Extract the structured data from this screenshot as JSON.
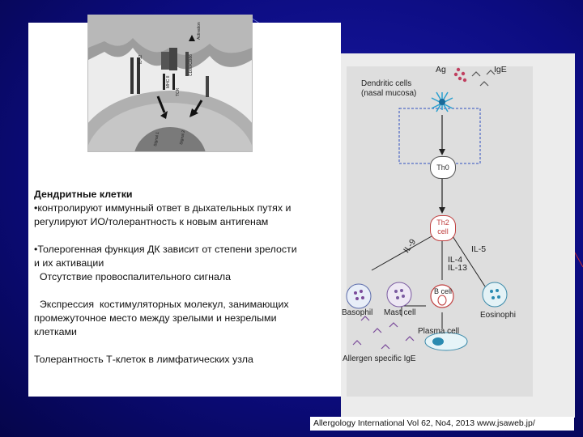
{
  "left_text": {
    "title": "Дендритные клетки",
    "line1": "•контролируют иммунный ответ  в дыхательных путях  и",
    "line2": "регулируют ИО/толерантность к новым антигенам",
    "line3": "•Толерогенная функция ДК зависит от степени зрелости",
    "line4": "и их активации",
    "line5": "  Отсутствие провоспалительного сигнала",
    "line6": "  Экспрессия  костимуляторных молекул, занимающих",
    "line7": "промежуточное место между зрелыми и незрелыми",
    "line8": "клетками",
    "line9": "Толерантность Т-клеток  в лимфатических узла"
  },
  "diagram": {
    "ag": "Ag",
    "ige": "IgE",
    "dc_line1": "Dendritic cells",
    "dc_line2": "(nasal mucosa)",
    "th0": "Th0",
    "th2_line1": "Th2",
    "th2_line2": "cell",
    "il9": "IL-9",
    "il5": "IL-5",
    "il4": "IL-4",
    "il13": "IL-13",
    "bcell": "B cell",
    "basophil": "Basophil",
    "mastcell": "Mast cell",
    "eosinophil": "Eosinophi",
    "plasma": "Plasma cell",
    "allergen_ige": "Allergen specific IgE"
  },
  "mini_figure": {
    "signal1": "Signal 1",
    "signal2": "Signal 2",
    "mhc2": "MHC II",
    "cd86": "CD80/CD86",
    "tcr": "TCR",
    "il12": "IL-12",
    "activation": "Activation"
  },
  "citation": "Allergology International Vol 62, No4, 2013 www.jsaweb.jp/"
}
